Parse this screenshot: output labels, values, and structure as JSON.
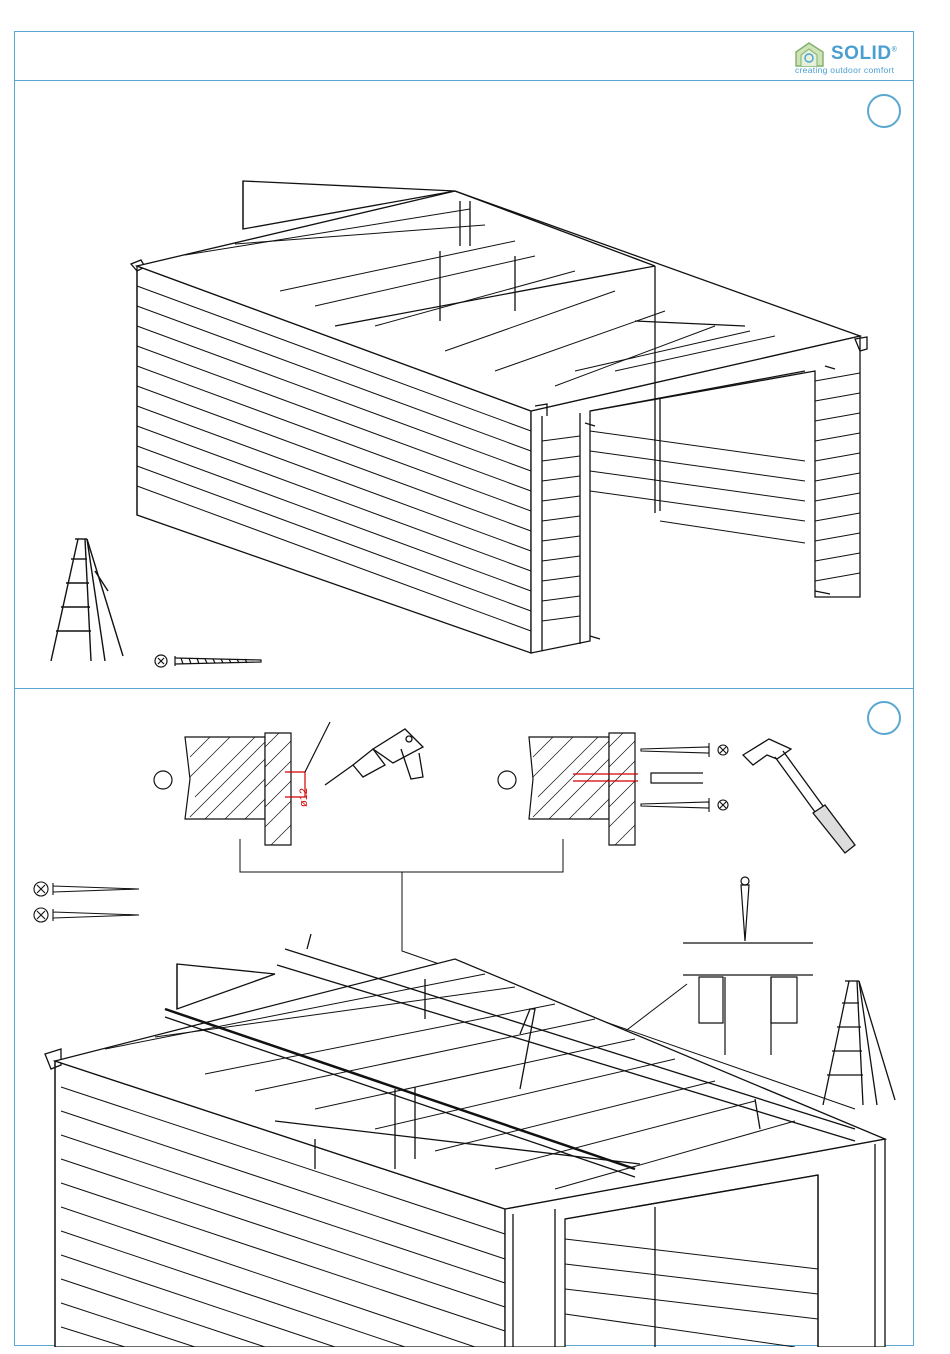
{
  "header": {
    "logo": {
      "brand": "SOLID",
      "registered": "®",
      "tagline": "creating outdoor comfort",
      "icon": "house-logo-icon",
      "color": "#4a9fd0"
    }
  },
  "frame_color": "#5aa8cf",
  "step_one": {
    "icons": [
      "stepladder-icon",
      "screw-icon"
    ]
  },
  "step_two": {
    "details": [
      {
        "icons": [
          "drill-icon"
        ],
        "drill_label": "ø12"
      },
      {
        "icons": [
          "screw-icon",
          "screw-icon",
          "dowel-icon",
          "hammer-icon"
        ]
      }
    ],
    "side_icons": [
      "screw-icon",
      "screw-icon",
      "nail-icon",
      "stepladder-icon"
    ]
  }
}
